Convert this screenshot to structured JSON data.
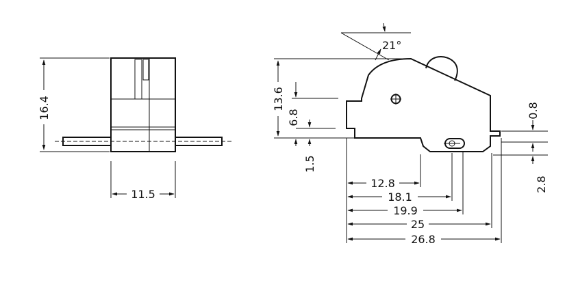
{
  "drawing": {
    "front_view": {
      "height_dim": "16.4",
      "width_dim": "11.5"
    },
    "side_view": {
      "angle_dim": "21°",
      "height_dim": "13.6",
      "upper_dim": "6.8",
      "lower_dim": "1.5",
      "right_top_dim": "0.8",
      "right_bottom_dim": "2.8",
      "horizontal_dims": [
        "12.8",
        "18.1",
        "19.9",
        "25",
        "26.8"
      ]
    }
  }
}
